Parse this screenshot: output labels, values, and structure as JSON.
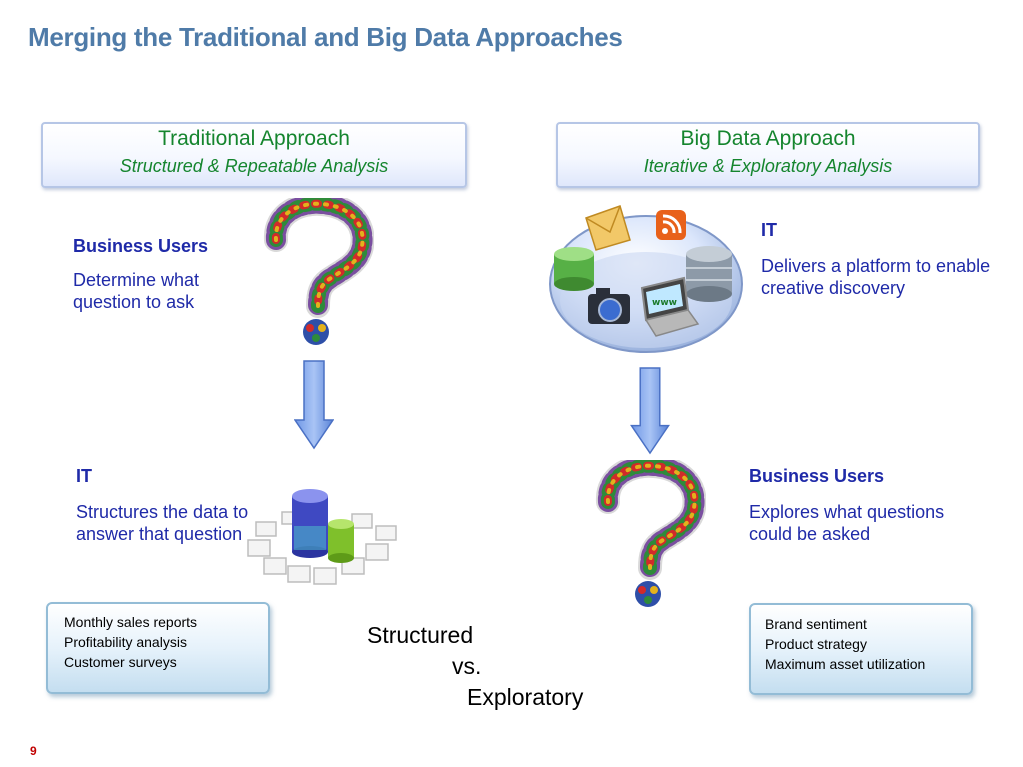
{
  "slide": {
    "title": "Merging the Traditional and Big Data Approaches",
    "page_number": "9"
  },
  "left": {
    "header_title": "Traditional Approach",
    "header_subtitle": "Structured & Repeatable Analysis",
    "top_heading": "Business Users",
    "top_text": "Determine what question to ask",
    "bottom_heading": "IT",
    "bottom_text": "Structures the data to answer that question",
    "box_items": [
      "Monthly sales reports",
      "Profitability analysis",
      "Customer surveys"
    ]
  },
  "right": {
    "header_title": "Big Data Approach",
    "header_subtitle": "Iterative & Exploratory Analysis",
    "top_heading": "IT",
    "top_text": "Delivers a platform to enable creative discovery",
    "bottom_heading": "Business Users",
    "bottom_text": "Explores what questions could be asked",
    "box_items": [
      "Brand sentiment",
      "Product strategy",
      "Maximum asset utilization"
    ]
  },
  "center": {
    "line1": "Structured",
    "line2": "vs.",
    "line3": "Exploratory"
  },
  "icons": [
    "people-question-mark-icon",
    "down-arrow-icon",
    "database-cubes-icon",
    "data-platform-dish-icon",
    "mail-icon",
    "rss-icon",
    "camera-icon",
    "laptop-icon"
  ],
  "colors": {
    "title": "#4f7ba8",
    "header_text": "#15852e",
    "body_text": "#1f2aa8",
    "page_number": "#c00000"
  }
}
